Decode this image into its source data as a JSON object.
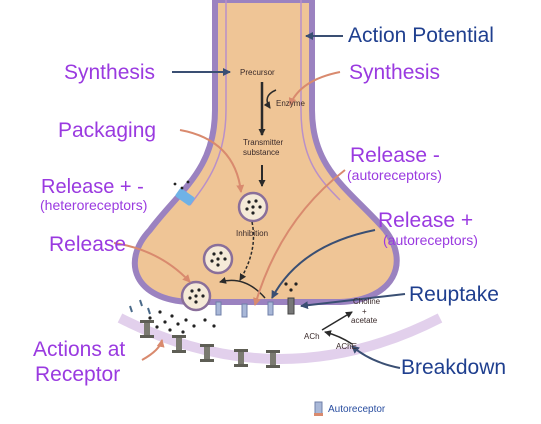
{
  "labels": {
    "action_potential": "Action Potential",
    "synthesis_left": "Synthesis",
    "synthesis_right": "Synthesis",
    "packaging": "Packaging",
    "release_minus": "Release -",
    "autoreceptors_1": "(autoreceptors)",
    "release_hetero": "Release + -",
    "heteroreceptors": "(heteroreceptors)",
    "release_plus": "Release  +",
    "autoreceptors_2": "(autoreceptors)",
    "release": "Release",
    "reuptake": "Reuptake",
    "actions_at": "Actions at",
    "receptor": "Receptor",
    "breakdown": "Breakdown"
  },
  "inner": {
    "precursor": "Precursor",
    "enzyme": "Enzyme",
    "transmitter_1": "Transmitter",
    "transmitter_2": "substance",
    "inhibition": "Inhibition",
    "choline": "Choline",
    "plus": "+",
    "acetate": "acetate",
    "ach": "ACh",
    "ache": "AChE",
    "autoreceptor": "Autoreceptor"
  },
  "colors": {
    "label_purple": "#9a3ae0",
    "label_blue": "#1f3f8f",
    "axon_fill": "#efc596",
    "membrane": "#9b82c0",
    "heteroreceptor": "#6fb2e6",
    "postsynaptic_membrane": "#e2d0ec"
  }
}
